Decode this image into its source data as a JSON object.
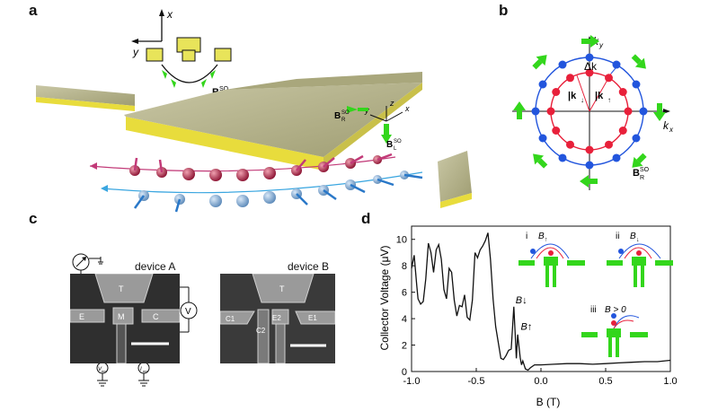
{
  "panel_labels": {
    "a": "a",
    "b": "b",
    "c": "c",
    "d": "d"
  },
  "panel_a": {
    "x_axis": "x",
    "y_axis": "y",
    "field_R": "B",
    "field_R_sup": "SO",
    "field_R_sub": "R",
    "field_L": "B",
    "field_L_sup": "SO",
    "field_L_sub": "L",
    "axis_y": "y",
    "axis_x": "x",
    "axis_z": "z"
  },
  "panel_b": {
    "kx": "k",
    "kx_sub": "x",
    "ky": "k",
    "ky_sub": "y",
    "delta_k": "Δk",
    "k_down": "|k",
    "k_down_sub": "↓",
    "k_up": "|k",
    "k_up_sub": "↑",
    "field": "B",
    "field_sup": "SO",
    "field_sub": "R"
  },
  "panel_c": {
    "device_a": "device A",
    "device_b": "device B",
    "a_labels": {
      "T": "T",
      "E": "E",
      "M": "M",
      "C": "C"
    },
    "b_labels": {
      "T": "T",
      "C1": "C1",
      "E2": "E2",
      "E1": "E1",
      "C2": "C2"
    },
    "voltmeter": "V",
    "v_em": "V",
    "v_em_sub": "em",
    "i_em": "I",
    "i_em_sub": "em"
  },
  "chart_data": {
    "type": "line",
    "xlabel": "B (T)",
    "ylabel": "Collector Voltage (μV)",
    "xlim": [
      -1.0,
      1.0
    ],
    "ylim": [
      0,
      11
    ],
    "xticks": [
      -1.0,
      -0.5,
      0.0,
      0.5,
      1.0
    ],
    "xtick_labels": [
      "-1.0",
      "-0.5",
      "0.0",
      "0.5",
      "1.0"
    ],
    "yticks": [
      0,
      2,
      4,
      6,
      8,
      10
    ],
    "ytick_labels": [
      "0",
      "2",
      "4",
      "6",
      "8",
      "10"
    ],
    "annotations": [
      {
        "text": "B↓",
        "x": -0.21,
        "y": 4.9
      },
      {
        "text": "B↑",
        "x": -0.17,
        "y": 2.9
      }
    ],
    "series": [
      {
        "x": [
          -1.0,
          -0.98,
          -0.96,
          -0.95,
          -0.93,
          -0.91,
          -0.89,
          -0.87,
          -0.85,
          -0.83,
          -0.81,
          -0.79,
          -0.77,
          -0.75,
          -0.73,
          -0.71,
          -0.69,
          -0.67,
          -0.65,
          -0.63,
          -0.61,
          -0.59,
          -0.57,
          -0.55,
          -0.53,
          -0.51,
          -0.49,
          -0.47,
          -0.45,
          -0.43,
          -0.41,
          -0.39,
          -0.37,
          -0.35,
          -0.33,
          -0.31,
          -0.29,
          -0.27,
          -0.25,
          -0.23,
          -0.21,
          -0.2,
          -0.19,
          -0.18,
          -0.17,
          -0.16,
          -0.15,
          -0.14,
          -0.12,
          -0.1,
          -0.08,
          -0.05,
          0.0,
          0.1,
          0.2,
          0.3,
          0.4,
          0.5,
          0.6,
          0.7,
          0.8,
          0.9,
          1.0
        ],
        "y": [
          7.8,
          8.8,
          6.5,
          5.5,
          5.1,
          5.3,
          7.0,
          9.7,
          9.0,
          7.5,
          9.2,
          9.6,
          8.5,
          6.2,
          5.5,
          7.8,
          7.5,
          5.4,
          4.2,
          5.0,
          4.9,
          5.8,
          4.1,
          3.9,
          5.4,
          9.0,
          8.6,
          9.2,
          9.5,
          9.9,
          10.5,
          8.5,
          5.5,
          3.4,
          2.2,
          1.0,
          0.9,
          1.2,
          1.6,
          1.7,
          4.9,
          3.0,
          1.0,
          2.8,
          1.9,
          1.0,
          0.5,
          0.8,
          0.2,
          0.1,
          0.3,
          0.5,
          0.5,
          0.55,
          0.6,
          0.6,
          0.55,
          0.6,
          0.65,
          0.7,
          0.75,
          0.75,
          0.85
        ]
      }
    ]
  },
  "panel_d_insets": {
    "i_label": "i",
    "i_field": "B",
    "i_field_sub": "↑",
    "ii_label": "ii",
    "ii_field": "B",
    "ii_field_sub": "↓",
    "iii_label": "iii",
    "iii_field": "B > 0"
  },
  "colors": {
    "gold": "#e8dc3c",
    "gold_top": "#b9b68e",
    "green": "#33d61c",
    "red": "#e8203a",
    "blue": "#2255dd",
    "pink": "#c23a78",
    "cyan": "#3aa6e0",
    "sem_bg": "#2f2f2f"
  }
}
